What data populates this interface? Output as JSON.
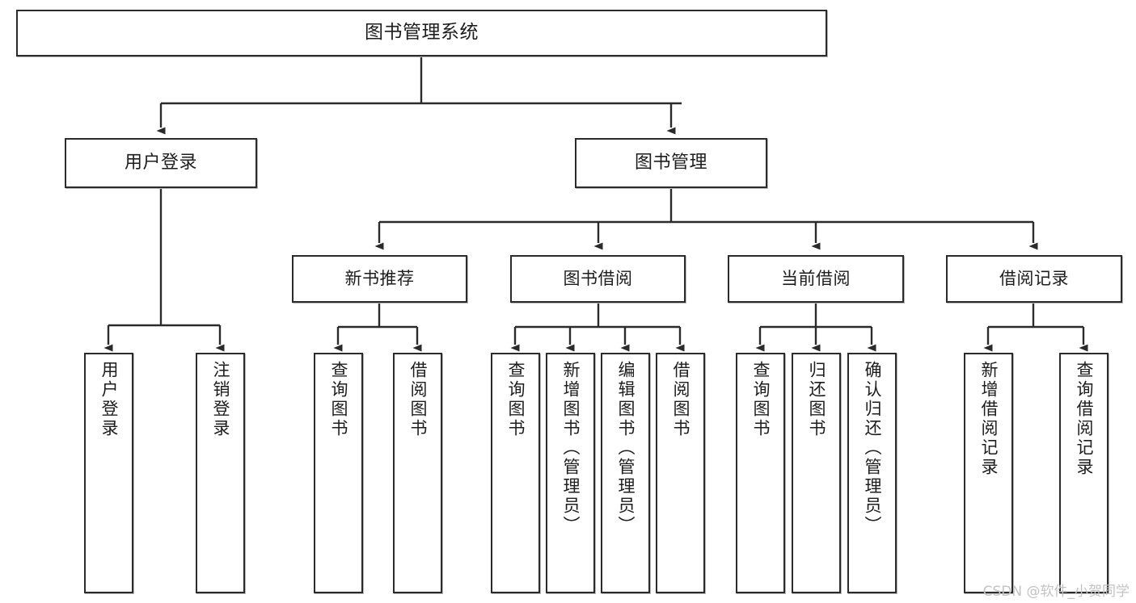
{
  "diagram": {
    "type": "tree",
    "title": "图书管理系统",
    "orientation": "top-down",
    "colors": {
      "box_border": "#2b2b2b",
      "box_fill": "#ffffff",
      "edge": "#2b2b2b",
      "text": "#1d1d1d",
      "watermark": "#c3c3c3",
      "canvas": "#ffffff"
    },
    "nodes": {
      "root": {
        "label": "图书管理系统"
      },
      "level2": [
        {
          "label": "用户登录"
        },
        {
          "label": "图书管理"
        }
      ],
      "level3": [
        {
          "label": "新书推荐"
        },
        {
          "label": "图书借阅"
        },
        {
          "label": "当前借阅"
        },
        {
          "label": "借阅记录"
        }
      ],
      "leaves": {
        "user_login": [
          {
            "label": "用户登录"
          },
          {
            "label": "注销登录"
          }
        ],
        "new_book_recommend": [
          {
            "label": "查询图书"
          },
          {
            "label": "借阅图书"
          }
        ],
        "book_borrow": [
          {
            "label": "查询图书"
          },
          {
            "label": "新增图书（管理员）"
          },
          {
            "label": "编辑图书（管理员）"
          },
          {
            "label": "借阅图书"
          }
        ],
        "current_borrow": [
          {
            "label": "查询图书"
          },
          {
            "label": "归还图书"
          },
          {
            "label": "确认归还（管理员）"
          }
        ],
        "borrow_record": [
          {
            "label": "新增借阅记录"
          },
          {
            "label": "查询借阅记录"
          }
        ]
      }
    },
    "edges": [
      {
        "from": "图书管理系统",
        "to": "用户登录"
      },
      {
        "from": "图书管理系统",
        "to": "图书管理"
      },
      {
        "from": "用户登录",
        "to": "用户登录"
      },
      {
        "from": "用户登录",
        "to": "注销登录"
      },
      {
        "from": "图书管理",
        "to": "新书推荐"
      },
      {
        "from": "图书管理",
        "to": "图书借阅"
      },
      {
        "from": "图书管理",
        "to": "当前借阅"
      },
      {
        "from": "图书管理",
        "to": "借阅记录"
      },
      {
        "from": "新书推荐",
        "to": "查询图书"
      },
      {
        "from": "新书推荐",
        "to": "借阅图书"
      },
      {
        "from": "图书借阅",
        "to": "查询图书"
      },
      {
        "from": "图书借阅",
        "to": "新增图书（管理员）"
      },
      {
        "from": "图书借阅",
        "to": "编辑图书（管理员）"
      },
      {
        "from": "图书借阅",
        "to": "借阅图书"
      },
      {
        "from": "当前借阅",
        "to": "查询图书"
      },
      {
        "from": "当前借阅",
        "to": "归还图书"
      },
      {
        "from": "当前借阅",
        "to": "确认归还（管理员）"
      },
      {
        "from": "借阅记录",
        "to": "新增借阅记录"
      },
      {
        "from": "借阅记录",
        "to": "查询借阅记录"
      }
    ]
  },
  "watermark": {
    "text": "CSDN @软件_小贺同学"
  }
}
